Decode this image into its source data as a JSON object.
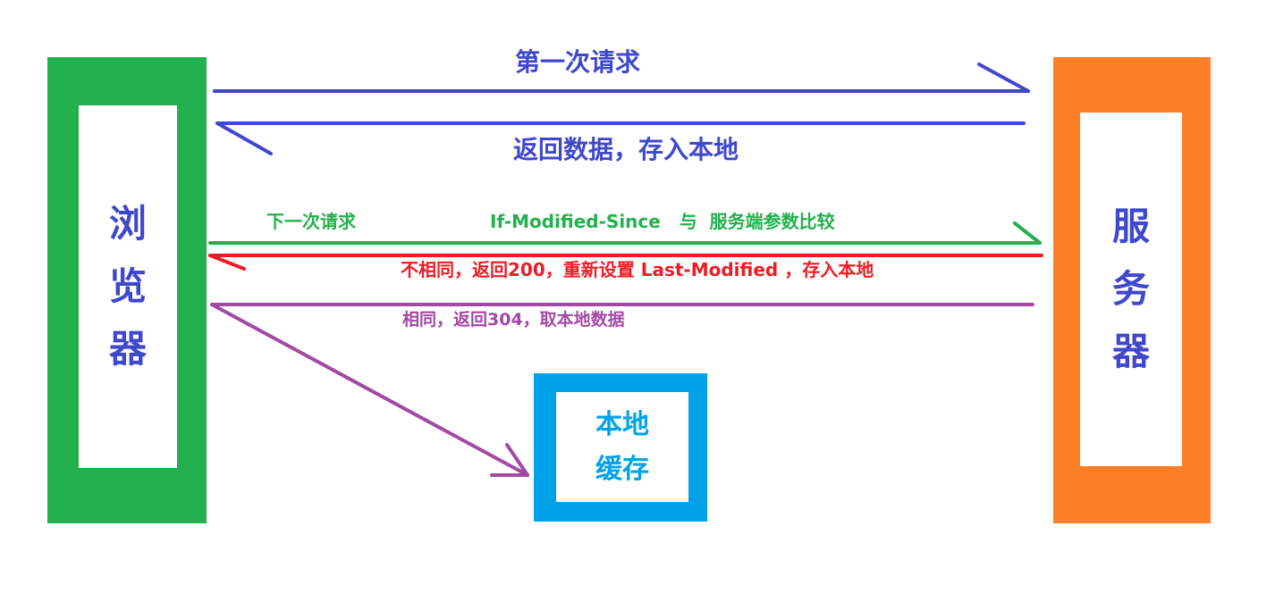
{
  "colors": {
    "browser": "#22b14c",
    "server": "#ff7f27",
    "cache": "#00a2e8",
    "first_request": "#3f48cc",
    "next_request": "#22b14c",
    "changed": "#ed1c24",
    "unchanged": "#a349a4",
    "node_text": "#3f48cc",
    "cache_text": "#00a2e8"
  },
  "nodes": {
    "browser": [
      "浏",
      "览",
      "器"
    ],
    "server": [
      "服",
      "务",
      "器"
    ],
    "cache": [
      "本地",
      "缓存"
    ]
  },
  "messages": {
    "first_request": "第一次请求",
    "return_data": "返回数据，存入本地",
    "next_request": "下一次请求",
    "compare": "If-Modified-Since   与  服务端参数比较",
    "changed": "不相同，返回200，重新设置 Last-Modified ，存入本地",
    "unchanged": "相同，返回304，取本地数据"
  }
}
